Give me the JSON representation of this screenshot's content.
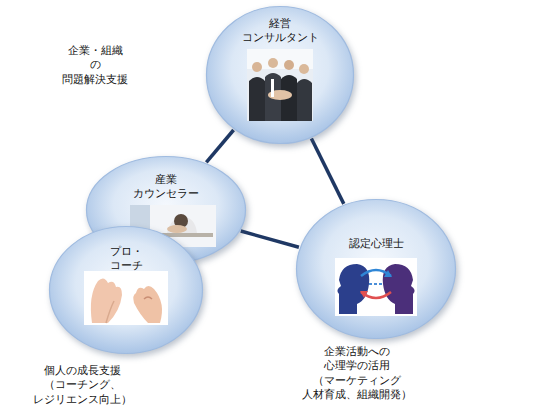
{
  "diagram": {
    "nodes": [
      {
        "text": [
          "経営 コンサルタント"
        ]
      },
      {
        "text": [
          "産業 カウンセラー"
        ]
      },
      {
        "text": [
          "プロ・コーチ"
        ]
      },
      {
        "text": [
          "認定心理士"
        ]
      }
    ],
    "edges": [
      {
        "from": 0,
        "to": 1,
        "arrow": "none"
      },
      {
        "from": 0,
        "to": 3,
        "arrow": "none"
      },
      {
        "from": 1,
        "to": 3,
        "arrow": "none"
      }
    ],
    "labels": [
      "企業・組織 の 問題解決支援",
      "企業活動への 心理学の活用 （マーケティング 人材育成、組織開発）",
      "個人の成長支援 （コーチング、 レジリエンス向上）"
    ]
  }
}
